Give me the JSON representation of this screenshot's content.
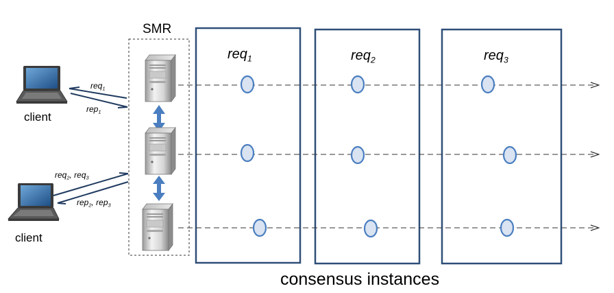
{
  "smr_label": "SMR",
  "clients": [
    {
      "label": "client"
    },
    {
      "label": "client"
    }
  ],
  "messages": {
    "client1_request": {
      "base": "req",
      "sub": "1"
    },
    "client1_reply": {
      "base": "rep",
      "sub": "1"
    },
    "client2_request": [
      {
        "base": "req",
        "sub": "2"
      },
      {
        "base": "req",
        "sub": "3"
      }
    ],
    "client2_reply": [
      {
        "base": "rep",
        "sub": "2"
      },
      {
        "base": "rep",
        "sub": "3"
      }
    ]
  },
  "instances": [
    {
      "base": "req",
      "sub": "1"
    },
    {
      "base": "req",
      "sub": "2"
    },
    {
      "base": "req",
      "sub": "3"
    }
  ],
  "footer": "consensus instances",
  "colors": {
    "box_border": "#2f4f78",
    "arrow_blue": "#4a7ec0",
    "node_fill": "#d9e3f1",
    "node_stroke": "#4a7ec0",
    "line": "#333333",
    "client_arrow": "#1f3a5f"
  },
  "icons": {
    "client": "laptop-icon",
    "replica": "server-tower-icon"
  }
}
